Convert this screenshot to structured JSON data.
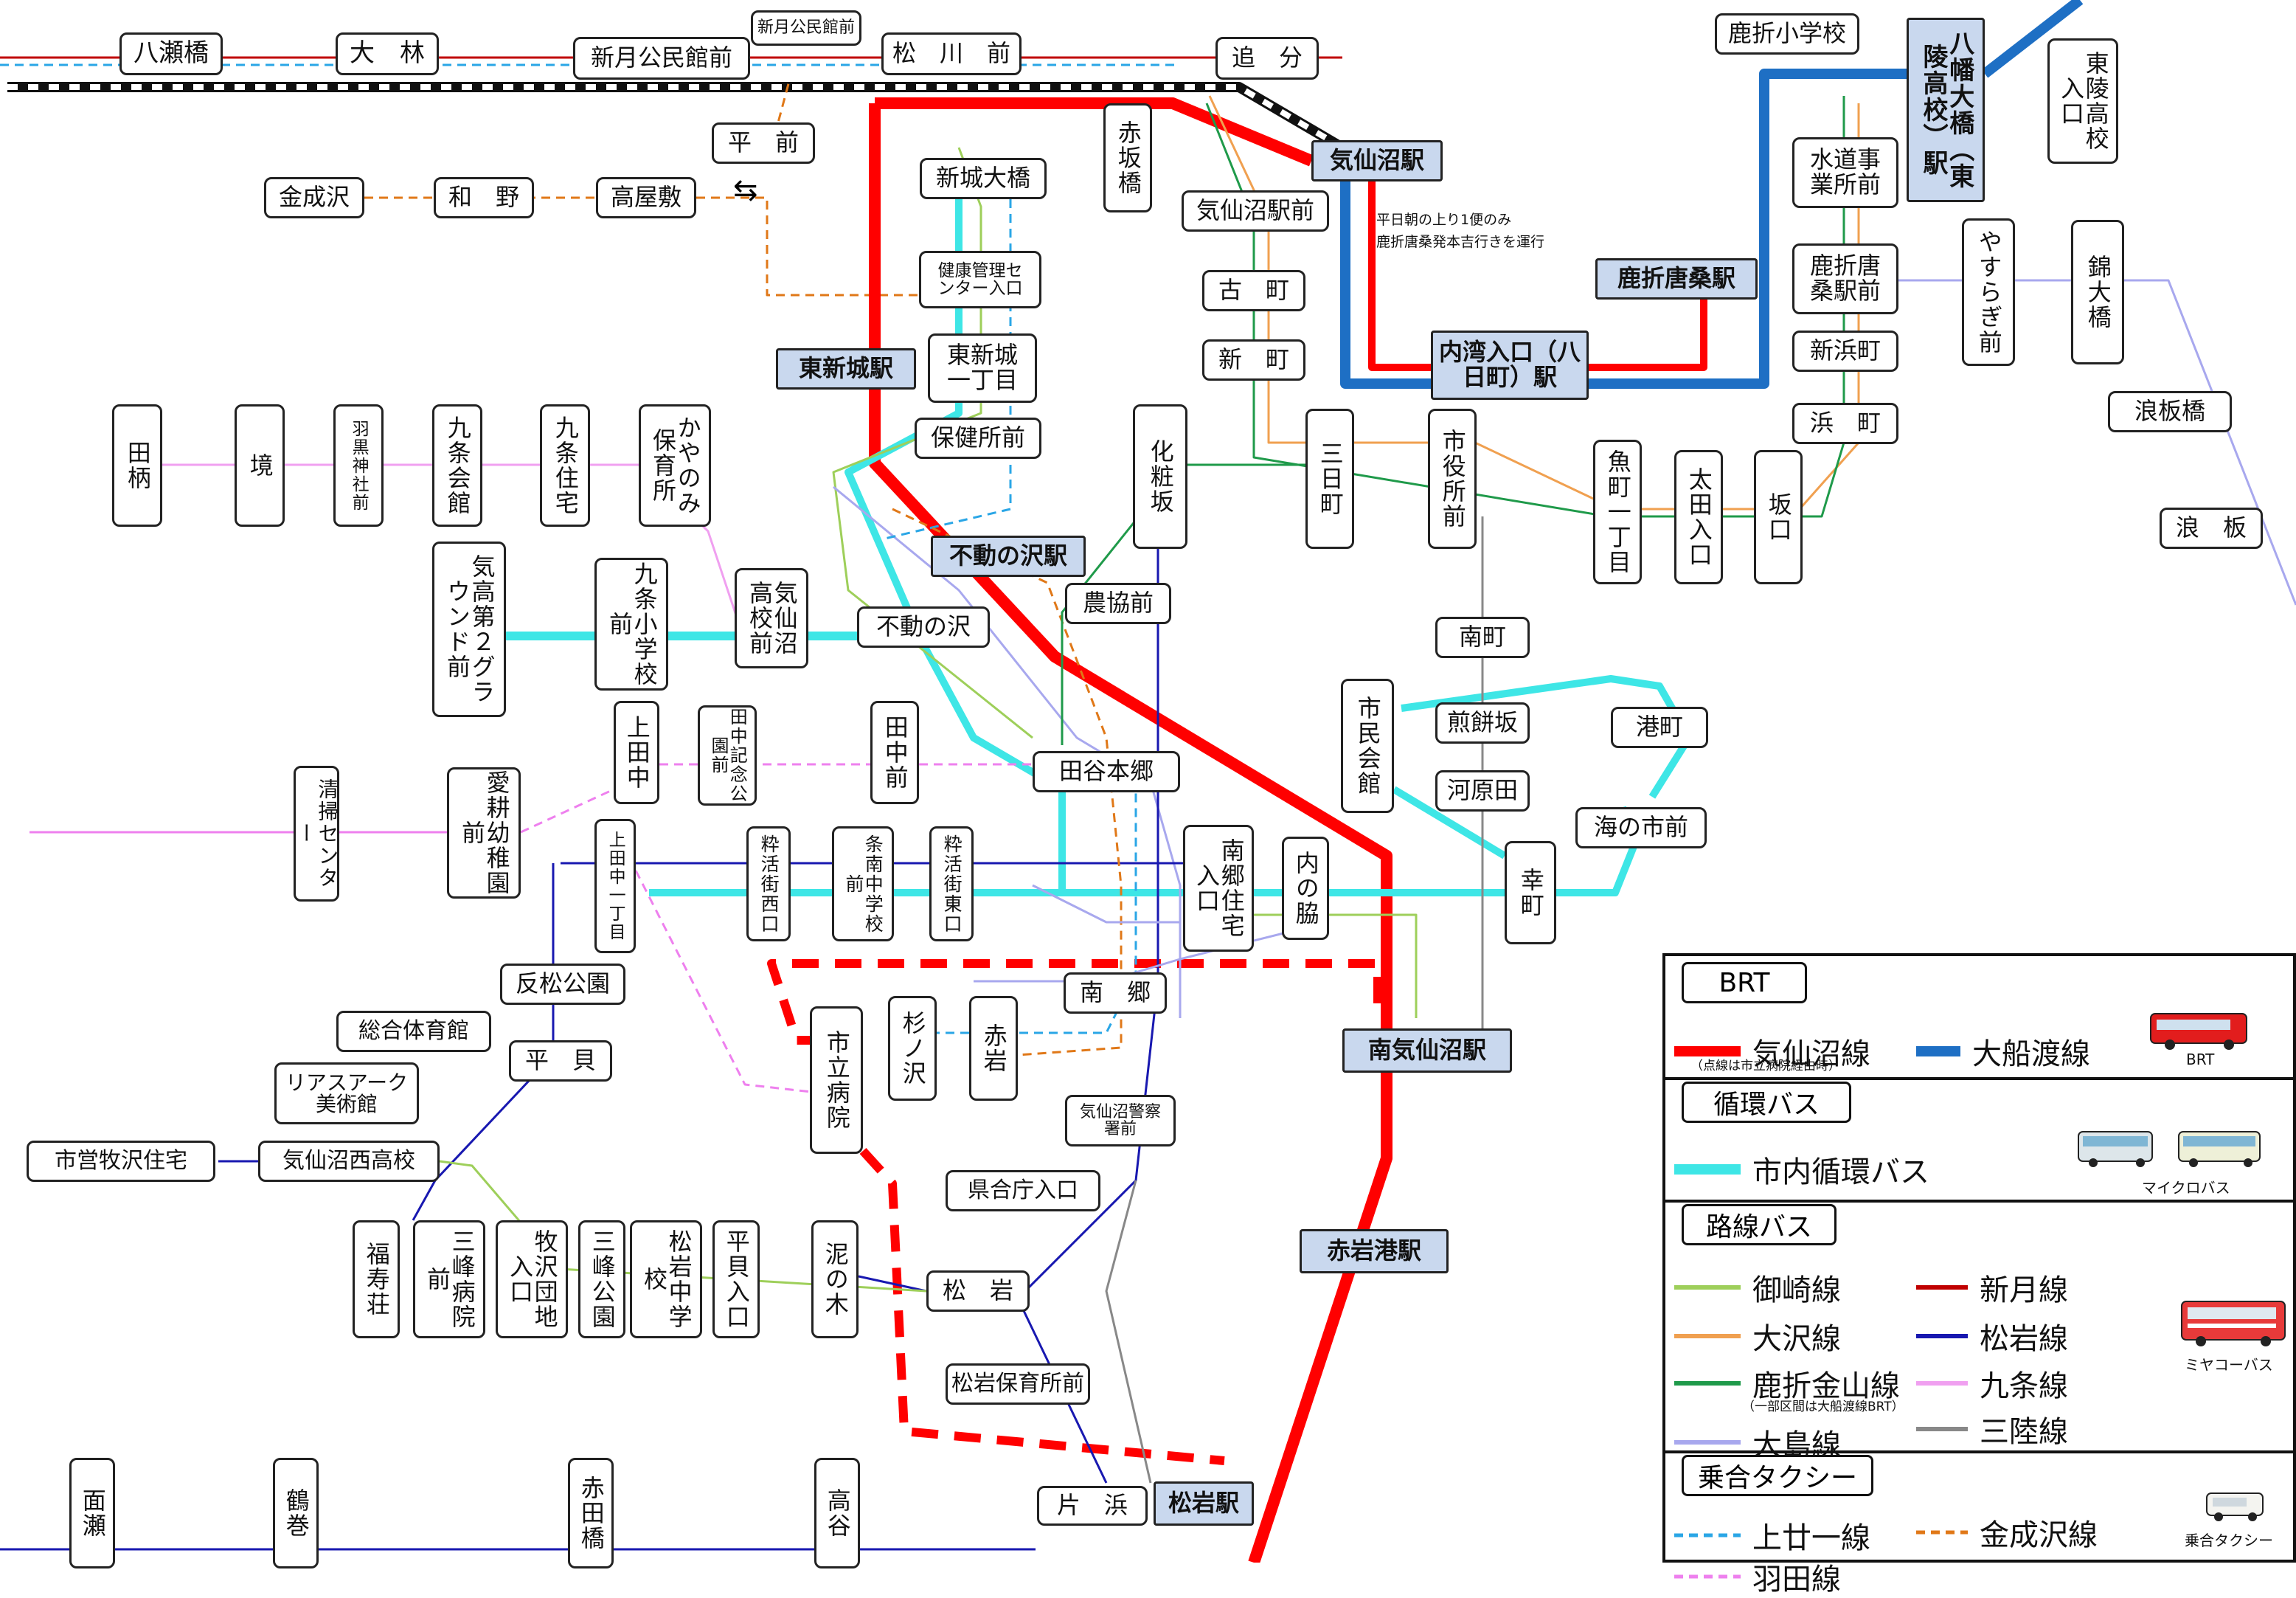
{
  "colors": {
    "brt_kesennuma": "#ff0000",
    "brt_ofunato": "#1e6fc4",
    "loop_bus": "#3ee6e6",
    "omisaki": "#9ecf5a",
    "osawa": "#f0a050",
    "shishiori": "#1f9a4a",
    "oshima": "#a8a8ee",
    "nittsuki": "#c00000",
    "matsuiwa": "#1818b0",
    "kujo": "#f0a0f0",
    "sanriku": "#888888",
    "kamitsuzu": "#2aa6e6",
    "hata": "#ee80ee",
    "kanenarisawa": "#e07818",
    "railway": "#111111"
  },
  "stops": {
    "yasebashi": "八瀬橋",
    "obayashi": "大　林",
    "nittsuki_kominkan": "新月公民館前",
    "nittsuki_kominkan_small": "新月公民館前",
    "matsukawa": "松　川　前",
    "oiwake": "追　分",
    "hira": "平　前",
    "kanenarisawa": "金成沢",
    "wano": "和　野",
    "takayashiki": "高屋敷",
    "shinjo_ohashi": "新城大橋",
    "akasakabashi": "赤坂橋",
    "kesennuma_sta": "気仙沼駅",
    "kesennuma_ekimae": "気仙沼駅前",
    "kenko_kanri": "健康管理センター入口",
    "furumachi": "古　町",
    "shinmachi": "新　町",
    "higashi_shinjo_sta": "東新城駅",
    "higashi_shinjo_1": "東新城一丁目",
    "hokenjo": "保健所前",
    "naiwan": "内湾入口（八日町）駅",
    "shishiori_karakuwa_sta": "鹿折唐桑駅",
    "shishiori_sho": "鹿折小学校",
    "hachiman_ohashi": "八幡大橋（東陵高校）駅",
    "toryo_koko": "東陵高校入口",
    "suidojigyo": "水道事業所前",
    "shishiori_karakuwa_ekimae": "鹿折唐桑駅前",
    "shinhama": "新浜町",
    "hamacho": "浜　町",
    "yasuragi": "やすらぎ前",
    "nishiki_ohashi": "錦大橋",
    "namiitabashi": "浪板橋",
    "namiita": "浪　板",
    "tazuka": "田柄",
    "sakai": "境",
    "haguro": "羽黒神社前",
    "kujo_kaikan": "九条会館",
    "kujo_jutaku": "九条住宅",
    "kayanomi": "かやのみ保育所",
    "kesen_koko": "気仙沼高校前",
    "kujo_sho": "九条小学校前",
    "kitaka2": "気高第２グラウンド前",
    "fudonosawa_sta": "不動の沢駅",
    "fudonosawa": "不動の沢",
    "kesho": "化粧坂",
    "mikkamachi": "三日町",
    "shiyakusho": "市役所前",
    "uomachi": "魚町一丁目",
    "ota": "太田入口",
    "sakaguchi": "坂口",
    "nokyo": "農協前",
    "minamimachi": "南町",
    "senbei": "煎餅坂",
    "kawarada": "河原田",
    "shimin_kaikan": "市民会館",
    "minatomachi": "港町",
    "uminoichi": "海の市前",
    "saiwai": "幸町",
    "seiso": "清掃センター",
    "aikyo": "愛耕幼稚園前",
    "kamitanaka": "上田中",
    "tanaka_kinen": "田中記念公園前",
    "tanakamae": "田中前",
    "taya_hongo": "田谷本郷",
    "kamitanaka1": "上田中一丁目",
    "kasuikaido_nishi": "粋活街西口",
    "jonan_chu": "条南中学校前",
    "kasuikaido_higashi": "粋活街東口",
    "nango_jutaku": "南郷住宅入口",
    "uchinowaki": "内の脇",
    "minami_kesennuma_sta": "南気仙沼駅",
    "tanmatsu_koen": "反松公園",
    "sogo_taiikukan": "総合体育館",
    "hiragai": "平　貝",
    "rias_ark": "リアスアーク美術館",
    "shiei_makisawa": "市営牧沢住宅",
    "kesennuma_nishi": "気仙沼西高校",
    "shiritsu_byoin": "市立病院",
    "suginosawa": "杉ノ沢",
    "akaiwa": "赤岩",
    "nango": "南　郷",
    "keisatsusho": "気仙沼警察署前",
    "kencho_iriguchi": "県合庁入口",
    "akaiwako_sta": "赤岩港駅",
    "fukujuso": "福寿荘",
    "sanpo_byoin": "三峰病院前",
    "makisawa_danchi": "牧沢団地入口",
    "sanpo_koen": "三峰公園",
    "matsuiwa_chu": "松岩中学校",
    "hiragai_iri": "平貝入口",
    "doronoki": "泥の木",
    "matsuiwa": "松　岩",
    "matsuiwa_hoiku": "松岩保育所前",
    "menze": "面瀬",
    "tsurumaki": "鶴巻",
    "akatabashi": "赤田橋",
    "takaya": "高谷",
    "katahama": "片　浜",
    "matsuiwa_sta": "松岩駅"
  },
  "notes": {
    "weekday_line1": "平日朝の上り1便のみ",
    "weekday_line2": "鹿折唐桑発本吉行きを運行"
  },
  "legend": {
    "brt_header": "BRT",
    "brt_kesennuma": "気仙沼線",
    "brt_note": "（点線は市立病院経由時）",
    "brt_ofunato": "大船渡線",
    "brt_caption": "BRT",
    "loop_header": "循環バス",
    "loop_bus": "市内循環バス",
    "loop_caption": "マイクロバス",
    "route_header": "路線バス",
    "omisaki": "御崎線",
    "nittsuki": "新月線",
    "osawa": "大沢線",
    "matsuiwa": "松岩線",
    "shishiori": "鹿折金山線",
    "shishiori_note": "（一部区間は大船渡線BRT）",
    "kujo": "九条線",
    "oshima": "大島線",
    "sanriku": "三陸線",
    "route_caption": "ミヤコーバス",
    "taxi_header": "乗合タクシー",
    "kamitsuzu": "上廿一線",
    "kanenarisawa": "金成沢線",
    "hata": "羽田線",
    "taxi_caption": "乗合タクシー"
  }
}
